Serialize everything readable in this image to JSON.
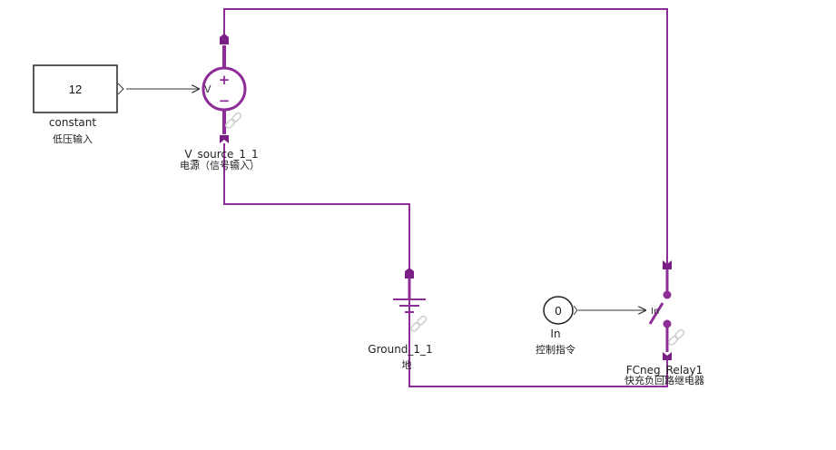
{
  "colors": {
    "wire": "#8e2d98",
    "port": "#7a1f86",
    "signal": "#333333",
    "link_icon": "#cfcfcf",
    "block_border": "#222222"
  },
  "constant_block": {
    "value": "12",
    "name": "constant",
    "description": "低压输入"
  },
  "voltage_source": {
    "input_label": "V",
    "plus_sign": "+",
    "minus_sign": "−",
    "name": "V_source_1_1",
    "description": "电源（信号输入）"
  },
  "ground": {
    "name": "Ground_1_1",
    "description": "地"
  },
  "inport": {
    "value": "0",
    "name": "In",
    "description": "控制指令"
  },
  "relay": {
    "input_label": "In",
    "name": "FCneg_Relay1",
    "description": "快充负回路继电器"
  }
}
